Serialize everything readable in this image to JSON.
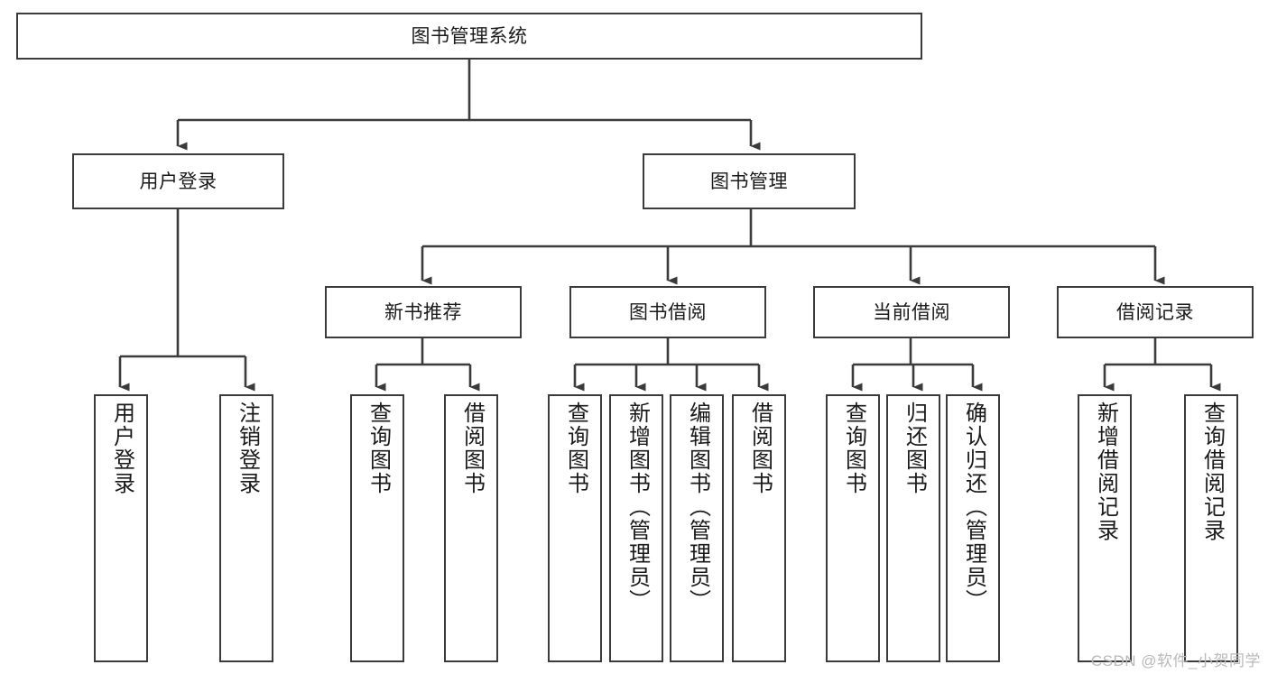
{
  "diagram": {
    "title": "图书管理系统",
    "type": "tree-hierarchy-diagram",
    "colors": {
      "stroke": "#3b3b3b",
      "background": "#ffffff",
      "text": "#1a1a1a",
      "watermark": "#b9b9b9"
    },
    "root": {
      "id": "root",
      "label": "图书管理系统"
    },
    "level1": [
      {
        "id": "user-login",
        "label": "用户登录"
      },
      {
        "id": "book-manage",
        "label": "图书管理"
      }
    ],
    "level2": [
      {
        "id": "new-book-rec",
        "label": "新书推荐"
      },
      {
        "id": "book-borrow",
        "label": "图书借阅"
      },
      {
        "id": "current-borrow",
        "label": "当前借阅"
      },
      {
        "id": "borrow-record",
        "label": "借阅记录"
      }
    ],
    "leaves": [
      {
        "id": "leaf-user-login",
        "label": "用户登录",
        "parent": "user-login"
      },
      {
        "id": "leaf-logout",
        "label": "注销登录",
        "parent": "user-login"
      },
      {
        "id": "leaf-query-book-1",
        "label": "查询图书",
        "parent": "new-book-rec"
      },
      {
        "id": "leaf-borrow-book-1",
        "label": "借阅图书",
        "parent": "new-book-rec"
      },
      {
        "id": "leaf-query-book-2",
        "label": "查询图书",
        "parent": "book-borrow"
      },
      {
        "id": "leaf-add-book",
        "label": "新增图书（管理员）",
        "parent": "book-borrow"
      },
      {
        "id": "leaf-edit-book",
        "label": "编辑图书（管理员）",
        "parent": "book-borrow"
      },
      {
        "id": "leaf-borrow-book-2",
        "label": "借阅图书",
        "parent": "book-borrow"
      },
      {
        "id": "leaf-query-book-3",
        "label": "查询图书",
        "parent": "current-borrow"
      },
      {
        "id": "leaf-return-book",
        "label": "归还图书",
        "parent": "current-borrow"
      },
      {
        "id": "leaf-confirm-return",
        "label": "确认归还（管理员）",
        "parent": "current-borrow"
      },
      {
        "id": "leaf-add-record",
        "label": "新增借阅记录",
        "parent": "borrow-record"
      },
      {
        "id": "leaf-query-record",
        "label": "查询借阅记录",
        "parent": "borrow-record"
      }
    ],
    "watermark": "CSDN @软件_小贺同学"
  }
}
